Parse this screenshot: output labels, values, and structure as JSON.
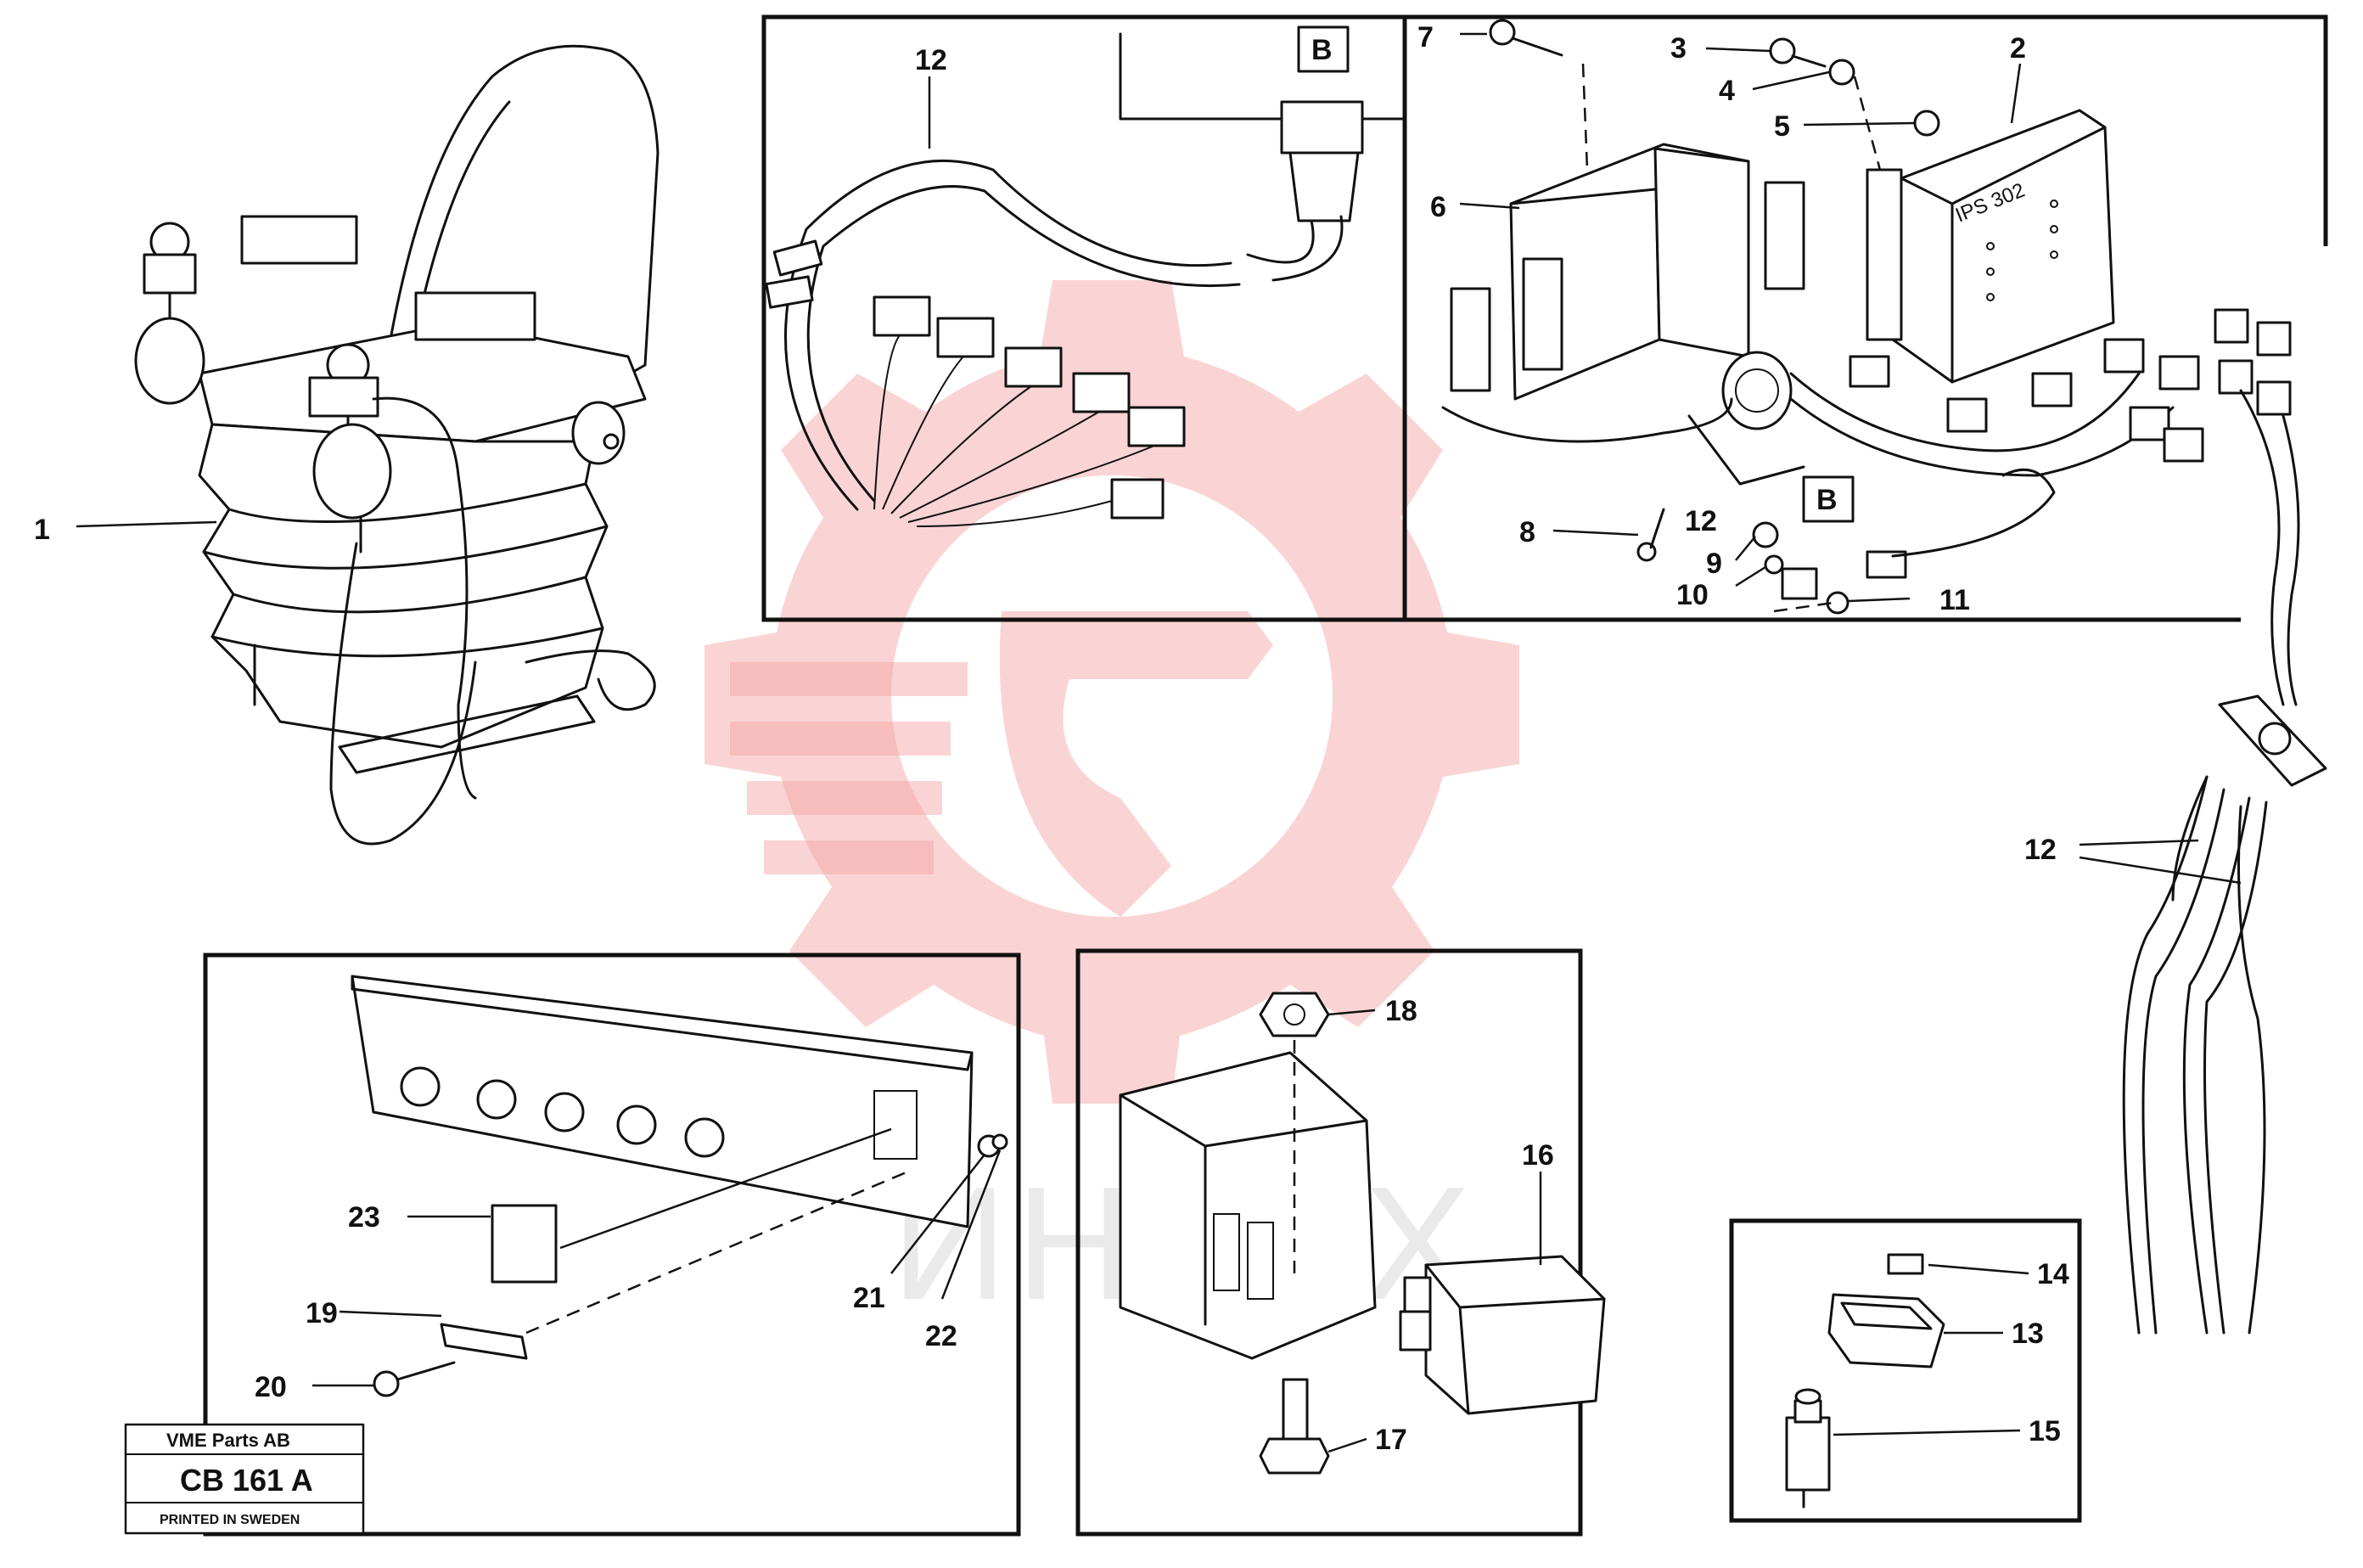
{
  "callouts": {
    "c1": "1",
    "c2": "2",
    "c3": "3",
    "c4": "4",
    "c5": "5",
    "c6": "6",
    "c7": "7",
    "c8": "8",
    "c9": "9",
    "c10": "10",
    "c11": "11",
    "c12a": "12",
    "c12b": "12",
    "c12c": "12",
    "c13": "13",
    "c14": "14",
    "c15": "15",
    "c16": "16",
    "c17": "17",
    "c18": "18",
    "c19": "19",
    "c20": "20",
    "c21": "21",
    "c22": "22",
    "c23": "23"
  },
  "refs": {
    "b1": "B",
    "b2": "B"
  },
  "module_label": "IPS 302",
  "watermark": {
    "text": "ИНТЕХ",
    "color": "#f3a0a0"
  },
  "stamp": {
    "company": "VME Parts AB",
    "code": "CB 161 A",
    "printed": "PRINTED IN SWEDEN"
  },
  "colors": {
    "line": "#111111",
    "watermark": "#f3a0a0"
  }
}
